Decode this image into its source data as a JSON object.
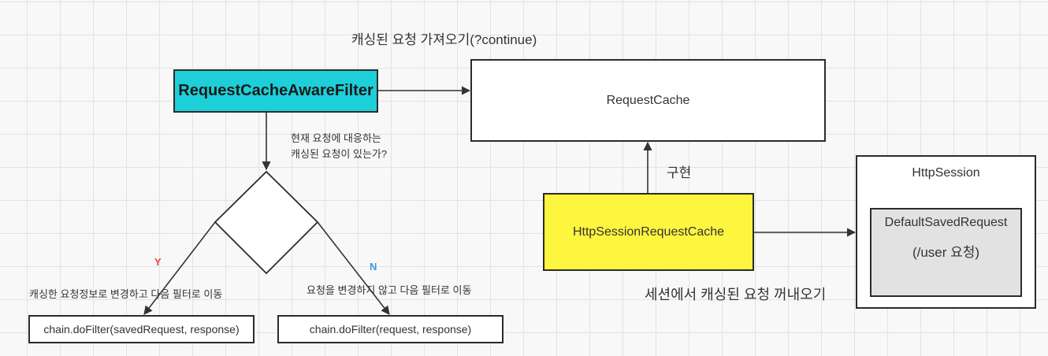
{
  "nodes": {
    "filter": {
      "label": "RequestCacheAwareFilter",
      "fill": "#1ccfd8"
    },
    "request_cache": {
      "label": "RequestCache"
    },
    "session_cache": {
      "label": "HttpSessionRequestCache",
      "fill": "#fef53f"
    },
    "http_session": {
      "label": "HttpSession",
      "inner_title": "DefaultSavedRequest",
      "inner_sub": "(/user 요청)",
      "inner_fill": "#e2e2e2"
    },
    "chain_saved": {
      "label": "chain.doFilter(savedRequest, response)"
    },
    "chain_request": {
      "label": "chain.doFilter(request, response)"
    }
  },
  "edge_labels": {
    "top": "캐싱된 요청 가져오기(?continue)",
    "question_line1": "현재 요청에 대응하는",
    "question_line2": "캐싱된 요청이 있는가?",
    "implements": "구현",
    "session_fetch": "세션에서 캐싱된 요청 꺼내오기",
    "yes": "Y",
    "yes_color": "#e8463c",
    "no": "N",
    "no_color": "#3b9ae0",
    "yes_action": "캐싱한 요청정보로 변경하고 다음 필터로 이동",
    "no_action": "요청을 변경하지 않고 다음 필터로 이동"
  }
}
